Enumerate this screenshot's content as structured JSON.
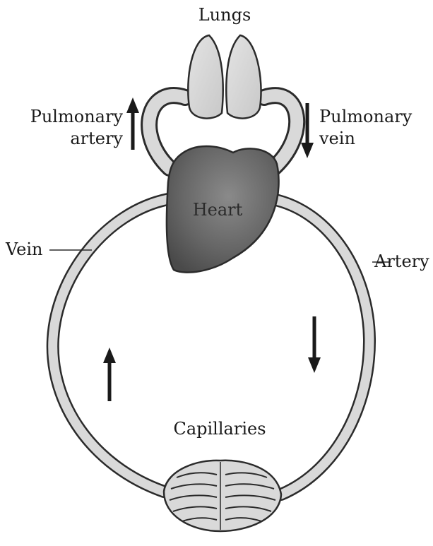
{
  "labels": {
    "lungs": "Lungs",
    "pulmonary_artery_line1": "Pulmonary",
    "pulmonary_artery_line2": "artery",
    "pulmonary_vein_line1": "Pulmonary",
    "pulmonary_vein_line2": "vein",
    "heart": "Heart",
    "vein": "Vein",
    "artery": "Artery",
    "capillaries": "Capillaries"
  },
  "colors": {
    "vessel_fill": "#d9d9d9",
    "vessel_outline": "#2b2b2b",
    "heart_fill": "#6b6b6b",
    "arrow": "#1a1a1a",
    "text": "#1a1a1a"
  }
}
